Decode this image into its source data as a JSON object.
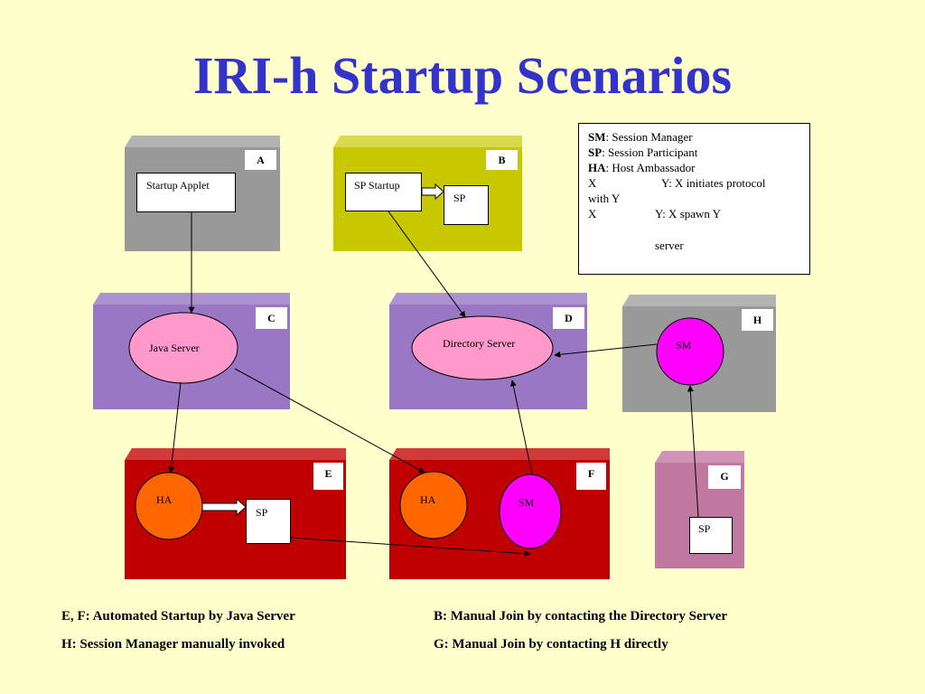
{
  "title": "IRI-h Startup Scenarios",
  "boxes": {
    "a": {
      "tag": "A",
      "startup_applet": "Startup Applet"
    },
    "b": {
      "tag": "B",
      "sp_startup": "SP Startup",
      "sp": "SP"
    },
    "c": {
      "tag": "C",
      "java_server": "Java Server"
    },
    "d": {
      "tag": "D",
      "directory_server": "Directory Server"
    },
    "h": {
      "tag": "H",
      "sm": "SM"
    },
    "e": {
      "tag": "E",
      "ha": "HA",
      "sp": "SP"
    },
    "f": {
      "tag": "F",
      "ha": "HA",
      "sm": "SM"
    },
    "g": {
      "tag": "G",
      "sp": "SP"
    }
  },
  "legend": {
    "sm_abbr": "SM",
    "sm_text": ": Session Manager",
    "sp_abbr": "SP",
    "sp_text": ": Session Participant",
    "ha_abbr": "HA",
    "ha_text": ": Host Ambassador",
    "x1": "X",
    "protocol_text": "Y:  X initiates protocol",
    "with_y": "with Y",
    "x2": "X",
    "spawn_text": "Y: X spawn Y",
    "server_text": "server"
  },
  "captions": {
    "ef": "E, F: Automated Startup by Java Server",
    "h": "H: Session Manager manually invoked",
    "b": "B: Manual Join by contacting the Directory Server",
    "g": "G: Manual Join by contacting H directly"
  },
  "colors": {
    "title": "#3333cc",
    "background": "#ffffcc",
    "gray_box": "#999999",
    "olive_box": "#c8c800",
    "purple_box": "#9977c4",
    "red_box": "#c00000",
    "mauve_box": "#c077a0",
    "pink_server": "#ff99cc",
    "orange_ha": "#ff6600",
    "magenta_sm": "#ff00ff"
  }
}
